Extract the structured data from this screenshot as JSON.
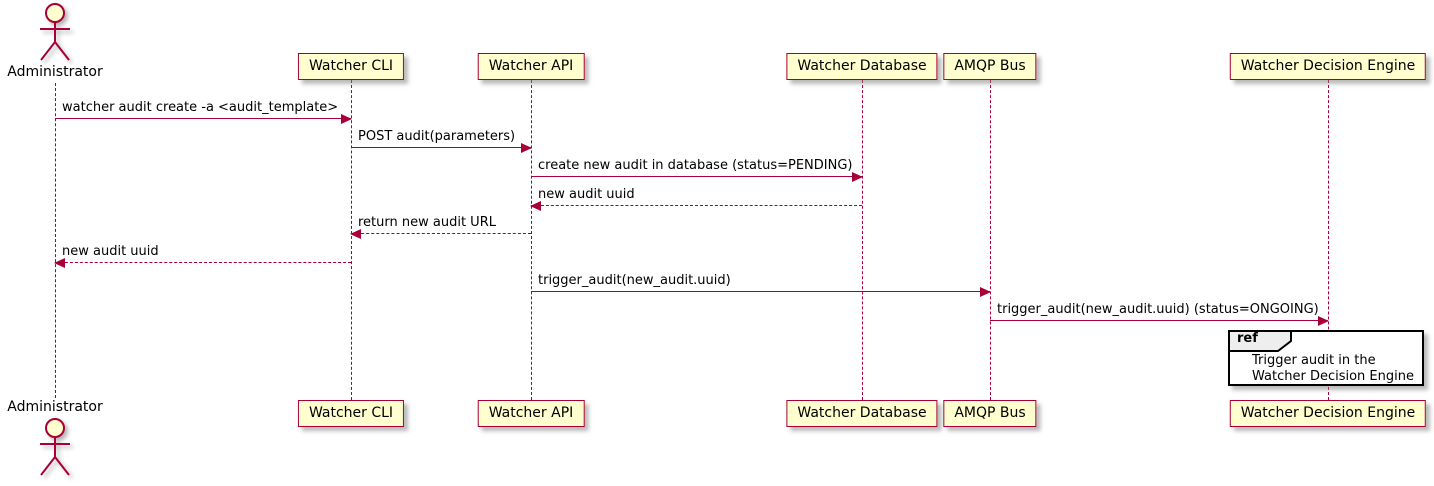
{
  "diagram": {
    "type": "sequence-diagram",
    "participants": [
      {
        "name": "Administrator",
        "kind": "actor"
      },
      {
        "name": "Watcher CLI",
        "kind": "participant"
      },
      {
        "name": "Watcher API",
        "kind": "participant"
      },
      {
        "name": "Watcher Database",
        "kind": "participant"
      },
      {
        "name": "AMQP Bus",
        "kind": "participant"
      },
      {
        "name": "Watcher Decision Engine",
        "kind": "participant"
      }
    ],
    "messages": [
      {
        "label": "watcher audit create -a <audit_template>",
        "from": "Administrator",
        "to": "Watcher CLI",
        "line": "solid"
      },
      {
        "label": "POST audit(parameters)",
        "from": "Watcher CLI",
        "to": "Watcher API",
        "line": "solid"
      },
      {
        "label": "create new audit in database (status=PENDING)",
        "from": "Watcher API",
        "to": "Watcher Database",
        "line": "solid"
      },
      {
        "label": "new audit uuid",
        "from": "Watcher Database",
        "to": "Watcher API",
        "line": "dashed"
      },
      {
        "label": "return new audit URL",
        "from": "Watcher API",
        "to": "Watcher CLI",
        "line": "dashed"
      },
      {
        "label": "new audit uuid",
        "from": "Watcher CLI",
        "to": "Administrator",
        "line": "dashed"
      },
      {
        "label": "trigger_audit(new_audit.uuid)",
        "from": "Watcher API",
        "to": "AMQP Bus",
        "line": "solid"
      },
      {
        "label": "trigger_audit(new_audit.uuid) (status=ONGOING)",
        "from": "AMQP Bus",
        "to": "Watcher Decision Engine",
        "line": "solid"
      }
    ],
    "ref": {
      "keyword": "ref",
      "lines": [
        "Trigger audit in the",
        "Watcher Decision Engine"
      ],
      "over": "Watcher Decision Engine"
    },
    "colors": {
      "accent": "#A80036",
      "participant_fill": "#FEFECE",
      "ref_border": "#000000",
      "ref_header_fill": "#EEEEEE",
      "background": "#FFFFFF"
    }
  }
}
